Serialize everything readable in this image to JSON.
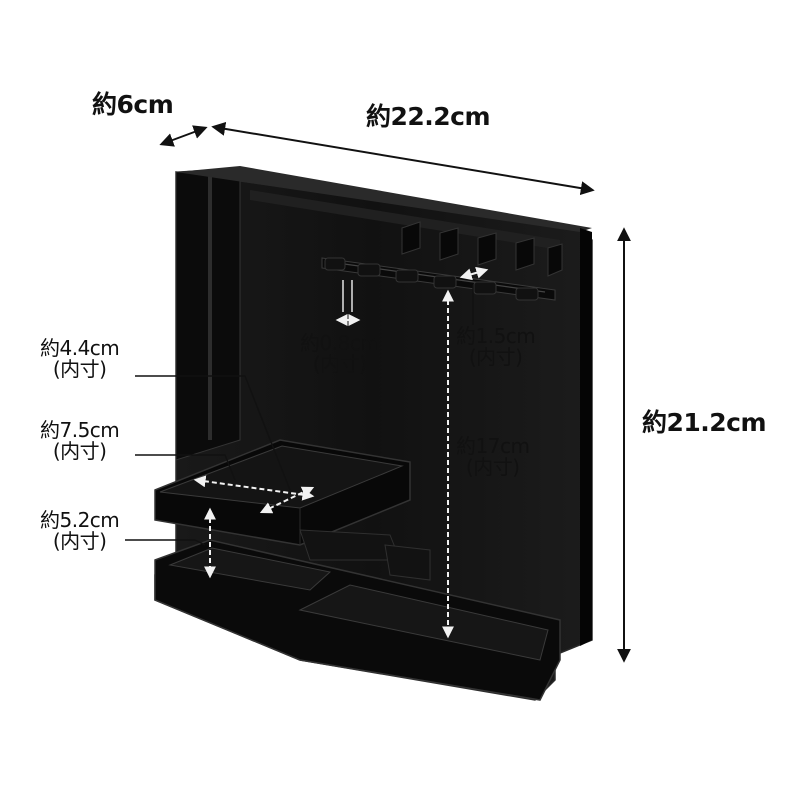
{
  "product": {
    "name": "",
    "colors": {
      "body": "#0b0b0b",
      "body_edge": "#2a2a2a",
      "panel_glass": "#151515",
      "highlight": "#3a3a3a",
      "dimension_line": "#111111",
      "inner_dimension": "#f2f2f2",
      "background": "#ffffff"
    }
  },
  "dimensions": {
    "depth": "約6cm",
    "width": "約22.2cm",
    "height": "約21.2cm",
    "inner_tray_depth": {
      "value": "約4.4cm",
      "note": "(内寸)"
    },
    "inner_tray_width": {
      "value": "約7.5cm",
      "note": "(内寸)"
    },
    "inner_tray_height": {
      "value": "約5.2cm",
      "note": "(内寸)"
    },
    "slot_width": {
      "value": "約0.8cm",
      "note": "(内寸)"
    },
    "hook_gap": {
      "value": "約1.5cm",
      "note": "(内寸)"
    },
    "hook_height": {
      "value": "約17cm",
      "note": "(内寸)"
    }
  }
}
